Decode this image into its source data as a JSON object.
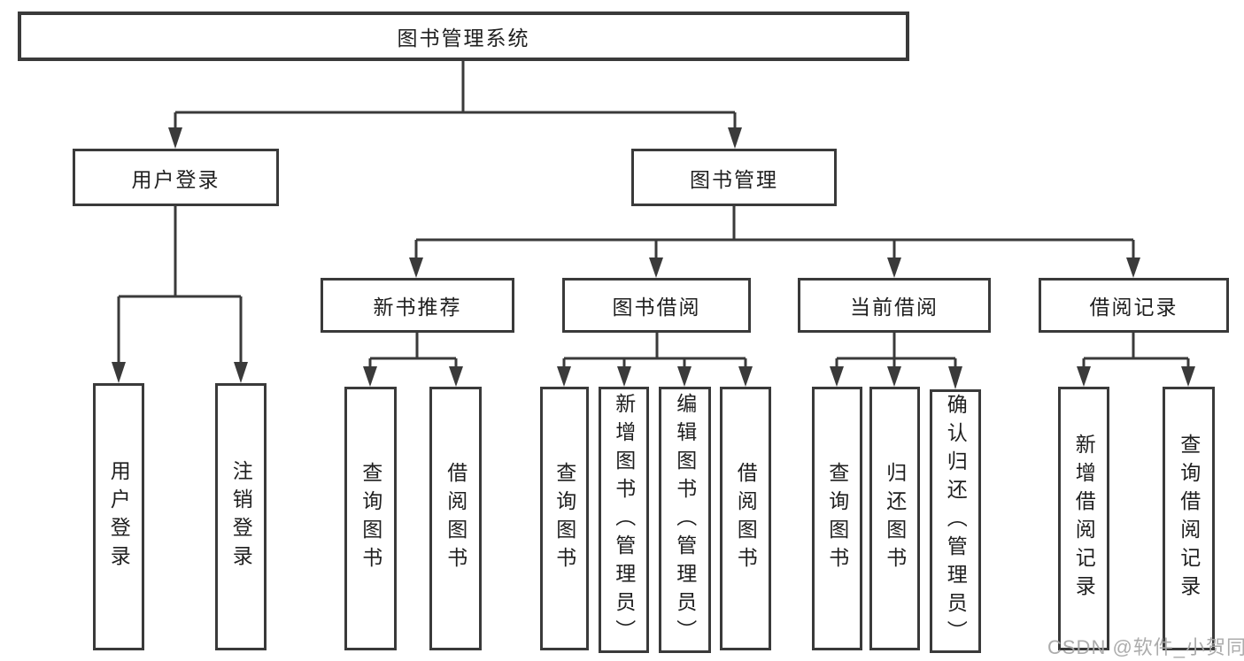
{
  "tree": {
    "root": "图书管理系统",
    "branches": [
      {
        "label": "用户登录",
        "children": [
          {
            "label": "用户登录"
          },
          {
            "label": "注销登录"
          }
        ]
      },
      {
        "label": "图书管理",
        "groups": [
          {
            "label": "新书推荐",
            "children": [
              {
                "label": "查询图书"
              },
              {
                "label": "借阅图书"
              }
            ]
          },
          {
            "label": "图书借阅",
            "children": [
              {
                "label": "查询图书"
              },
              {
                "label": "新增图书（管理员）"
              },
              {
                "label": "编辑图书（管理员）"
              },
              {
                "label": "借阅图书"
              }
            ]
          },
          {
            "label": "当前借阅",
            "children": [
              {
                "label": "查询图书"
              },
              {
                "label": "归还图书"
              },
              {
                "label": "确认归还（管理员）"
              }
            ]
          },
          {
            "label": "借阅记录",
            "children": [
              {
                "label": "新增借阅记录"
              },
              {
                "label": "查询借阅记录"
              }
            ]
          }
        ]
      }
    ]
  },
  "watermark": {
    "text": "CSDN @软件_小贺同学"
  },
  "colors": {
    "line": "#3a3a3a",
    "text": "#1f1f1f",
    "watermark": "#a8a8a8",
    "background": "#ffffff"
  }
}
